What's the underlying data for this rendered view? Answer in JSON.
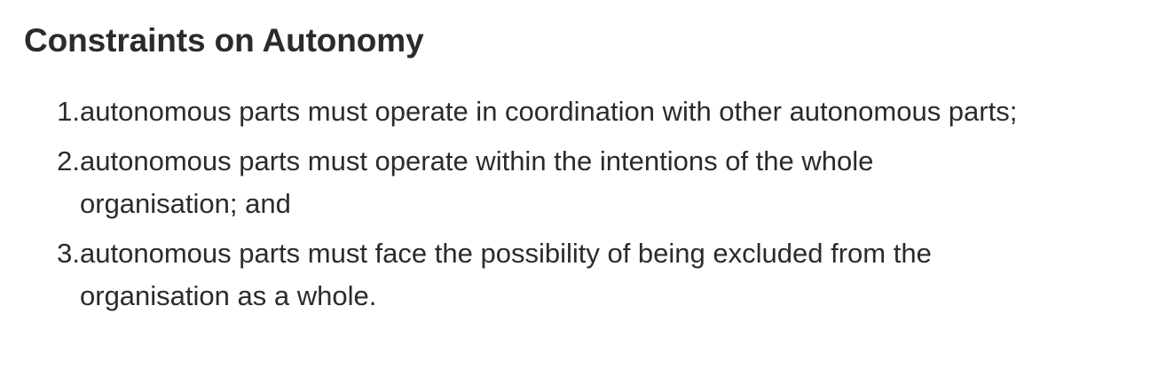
{
  "heading": "Constraints on Autonomy",
  "items": [
    {
      "number": "1.",
      "text": "autonomous parts must operate in coordination with other autonomous parts;"
    },
    {
      "number": "2.",
      "text": "autonomous parts must operate within the intentions of the whole organisation; and"
    },
    {
      "number": "3.",
      "text": "autonomous parts must face the possibility of being excluded from the organisation as a whole."
    }
  ]
}
